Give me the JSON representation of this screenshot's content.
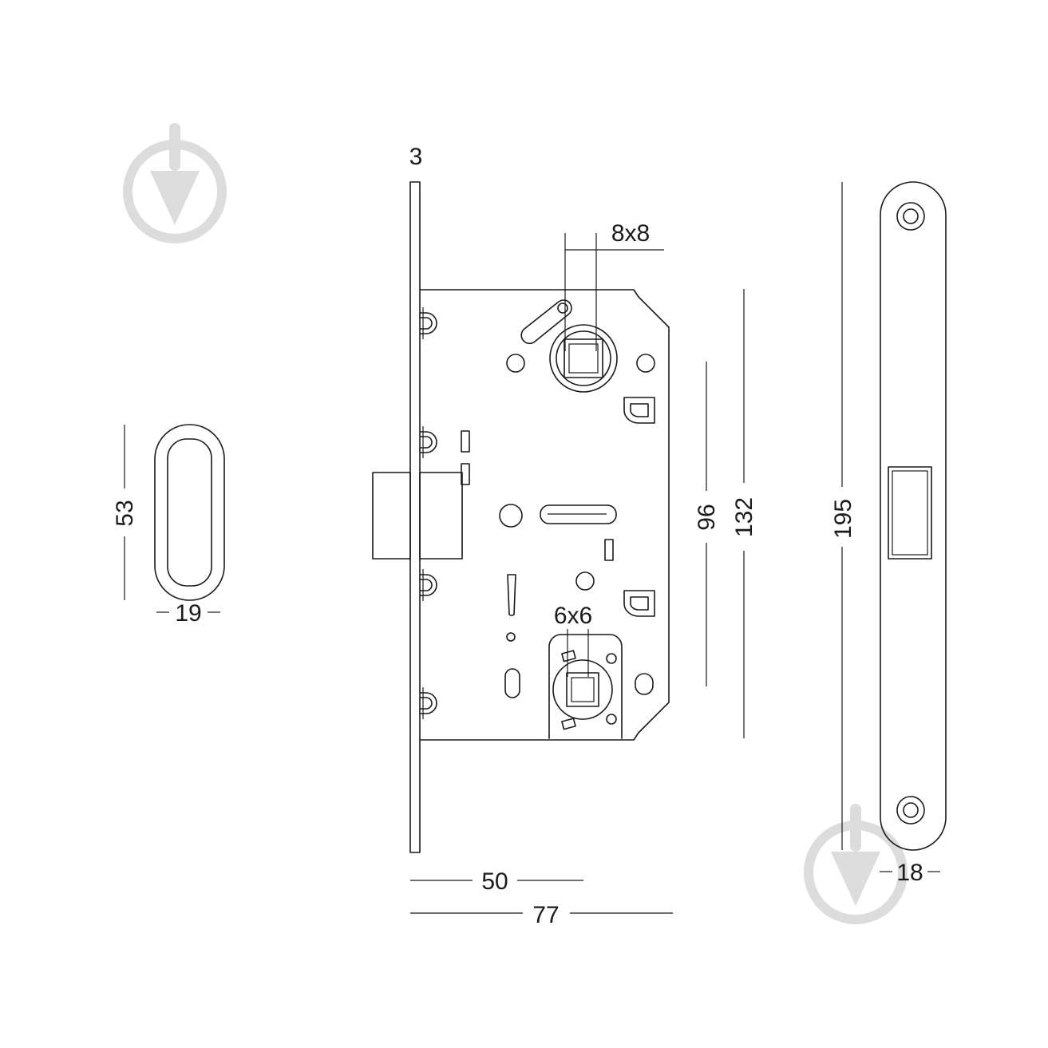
{
  "dimensions": {
    "rosette_height": "53",
    "rosette_width": "19",
    "faceplate_thickness": "3",
    "spindle_square": "8x8",
    "wc_square": "6x6",
    "backset": "50",
    "lock_depth": "77",
    "center_distance": "96",
    "case_height": "132",
    "strike_height": "195",
    "strike_width": "18"
  },
  "watermark": {
    "icon": "watermark-arrow-icon",
    "color": "#dcdcdc"
  },
  "line_color": "#1a1a1a"
}
